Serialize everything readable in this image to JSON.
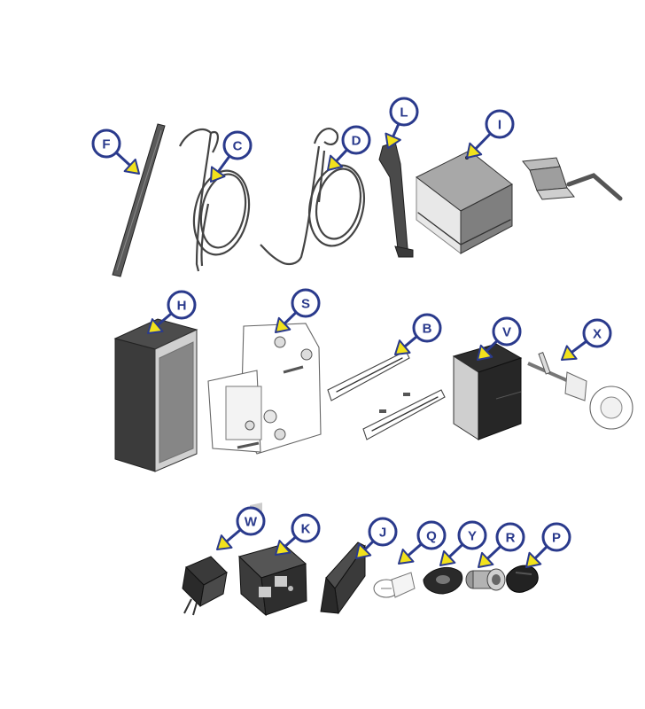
{
  "diagram": {
    "background": "#ffffff",
    "callout_fill": "#ffffff",
    "callout_stroke": "#2a3a8c",
    "arrow_fill": "#f2e21c",
    "arrow_stroke": "#2a3a8c",
    "parts": [
      {
        "id": "F",
        "label": "F"
      },
      {
        "id": "C",
        "label": "C"
      },
      {
        "id": "D",
        "label": "D"
      },
      {
        "id": "L",
        "label": "L"
      },
      {
        "id": "I",
        "label": "I"
      },
      {
        "id": "H",
        "label": "H"
      },
      {
        "id": "S",
        "label": "S"
      },
      {
        "id": "B",
        "label": "B"
      },
      {
        "id": "V",
        "label": "V"
      },
      {
        "id": "X",
        "label": "X"
      },
      {
        "id": "W",
        "label": "W"
      },
      {
        "id": "K",
        "label": "K"
      },
      {
        "id": "J",
        "label": "J"
      },
      {
        "id": "Q",
        "label": "Q"
      },
      {
        "id": "Y",
        "label": "Y"
      },
      {
        "id": "R",
        "label": "R"
      },
      {
        "id": "P",
        "label": "P"
      }
    ]
  }
}
